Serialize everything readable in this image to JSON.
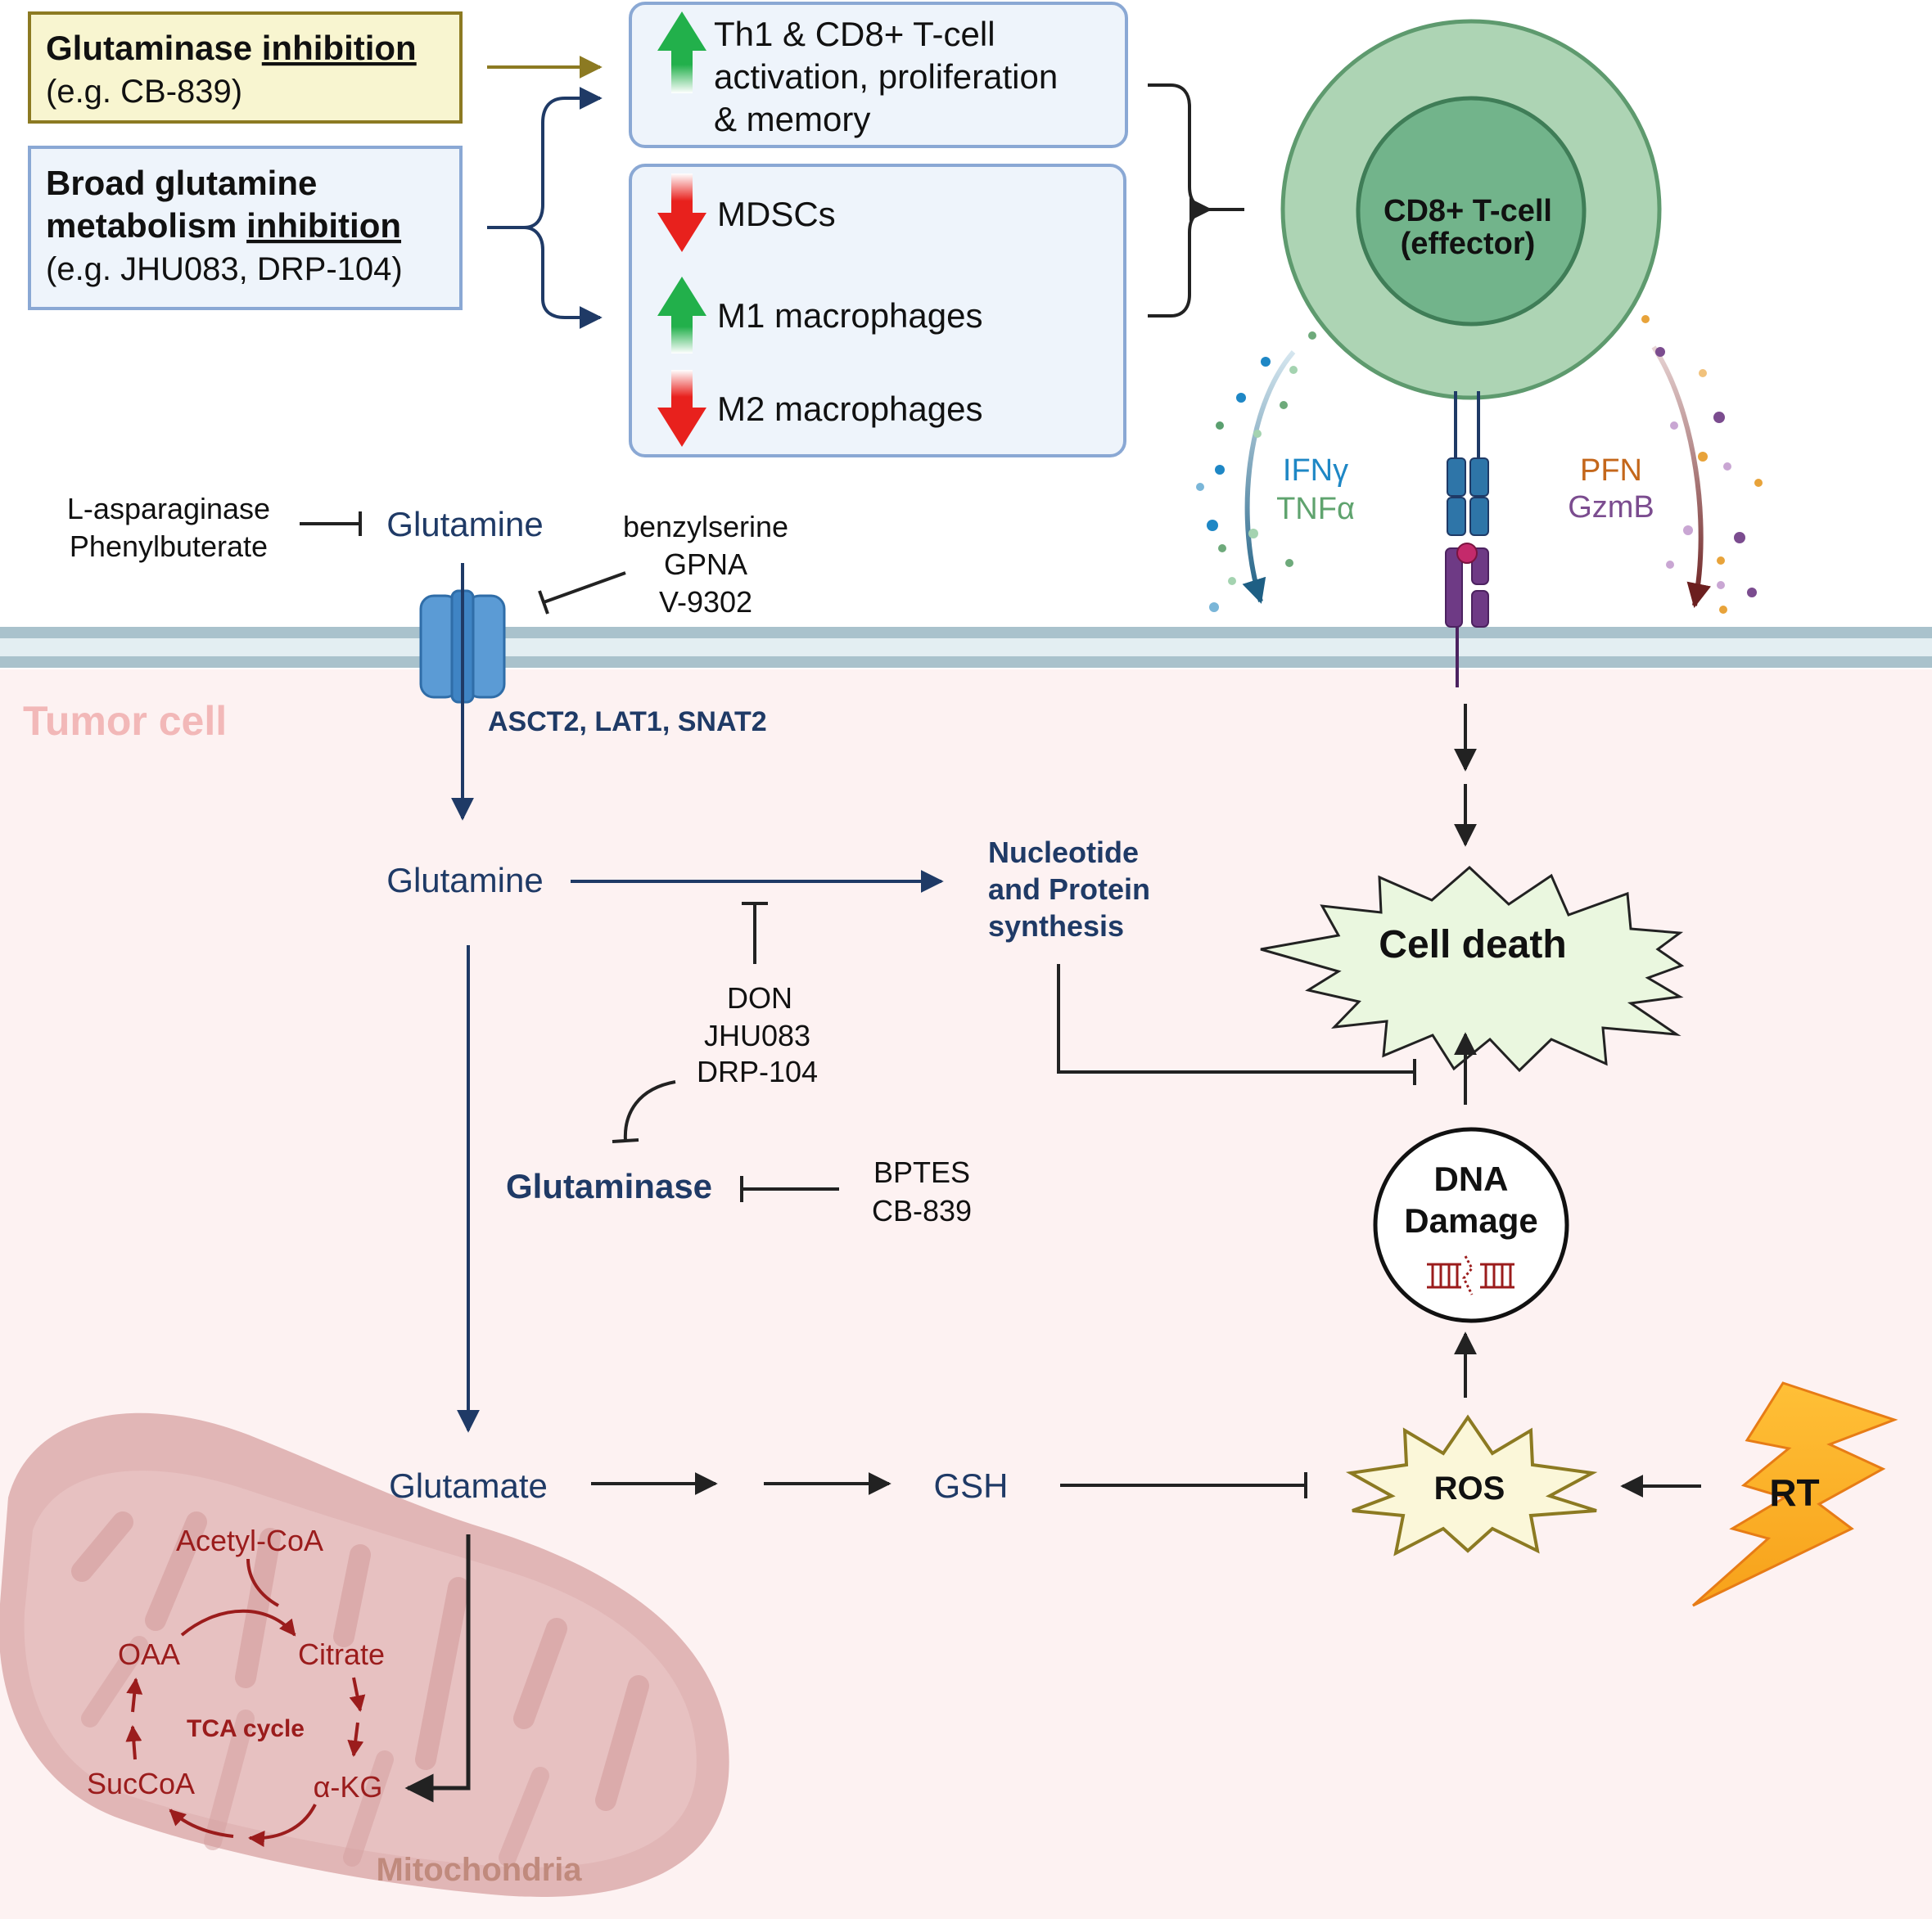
{
  "top": {
    "glutaminase_box": {
      "title": "Glutaminase",
      "title_ul": "inhibition",
      "example": "(e.g. CB-839)"
    },
    "broad_box": {
      "line1": "Broad glutamine",
      "line2": "metabolism",
      "line2_ul": "inhibition",
      "example": "(e.g. JHU083, DRP-104)"
    },
    "th1_box": {
      "line1": "Th1 & CD8+ T-cell",
      "line2": "activation, proliferation",
      "line3": "& memory"
    },
    "myeloid_box": {
      "mdsc": "MDSCs",
      "m1": "M1 macrophages",
      "m2": "M2 macrophages"
    },
    "tcell": {
      "line1": "CD8+ T-cell",
      "line2": "(effector)"
    },
    "cytokines": {
      "ifn": "IFNγ",
      "tnf": "TNFα",
      "pfn": "PFN",
      "gzmb": "GzmB"
    }
  },
  "extracellular": {
    "aspar_line1": "L-asparaginase",
    "aspar_line2": "Phenylbuterate",
    "glutamine_out": "Glutamine",
    "transport_inhib": [
      "benzylserine",
      "GPNA",
      "V-9302"
    ]
  },
  "cell": {
    "label": "Tumor cell",
    "transporters": "ASCT2, LAT1, SNAT2",
    "glutamine_in": "Glutamine",
    "nucleotide": [
      "Nucleotide",
      "and Protein",
      "synthesis"
    ],
    "don_inhib": [
      "DON",
      "JHU083",
      "DRP-104"
    ],
    "glutaminase": "Glutaminase",
    "gls_inhib": [
      "BPTES",
      "CB-839"
    ],
    "glutamate": "Glutamate",
    "gsh": "GSH",
    "cell_death": "Cell death",
    "dna_damage": [
      "DNA",
      "Damage"
    ],
    "ros": "ROS",
    "rt": "RT"
  },
  "mito": {
    "label": "Mitochondria",
    "acetyl": "Acetyl-CoA",
    "oaa": "OAA",
    "citrate": "Citrate",
    "tca": "TCA cycle",
    "succoa": "SucCoA",
    "akg": "α-KG"
  },
  "colors": {
    "navy": "#1f3a66",
    "gold_box_bg": "#f8f5d0",
    "gold_border": "#8c7a22",
    "blue_box_bg": "#eef4fb",
    "blue_border": "#8aa8d4",
    "tumor_bg": "#fdf2f2",
    "tumor_label": "#f2b8b8",
    "tca_red": "#9b1c1c",
    "mito_label": "#c08a7d",
    "membrane": "#a9c2cc",
    "tcell_outer": "#add4b4",
    "tcell_inner": "#72b48b",
    "up_green": "#22b04b",
    "down_red": "#e8211d"
  }
}
